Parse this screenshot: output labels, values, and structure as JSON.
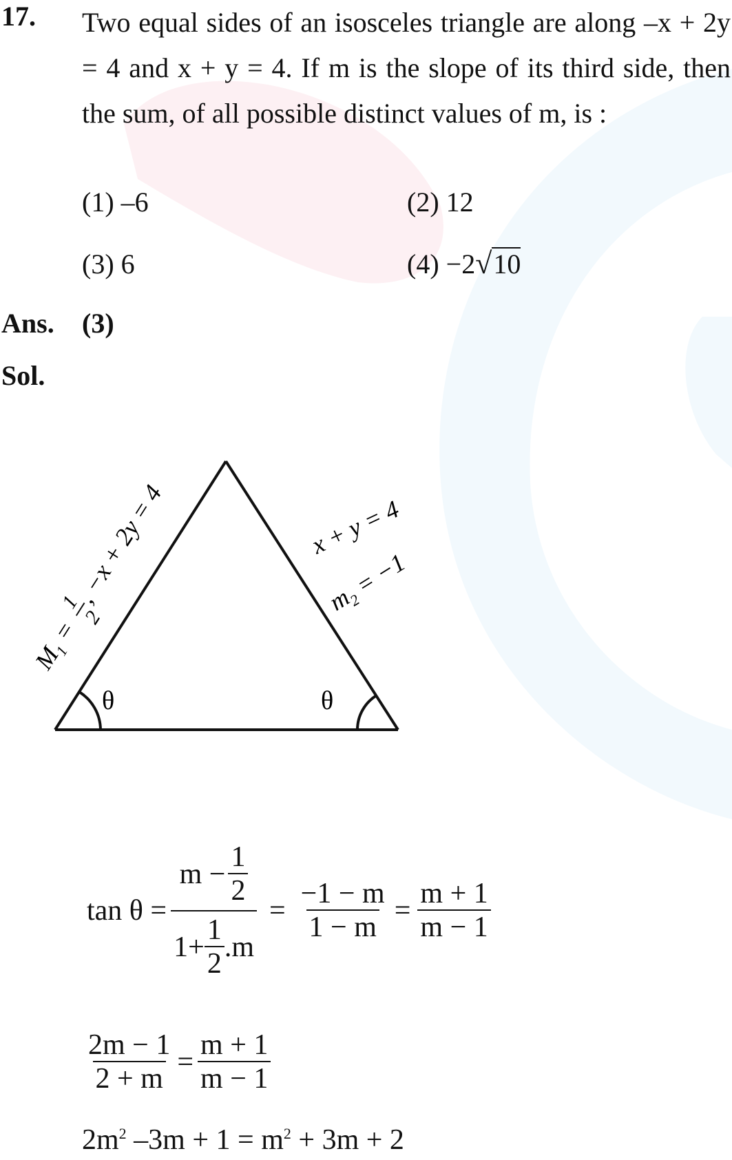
{
  "question": {
    "number": "17.",
    "text": "Two equal sides of an isosceles triangle are along –x + 2y = 4 and x + y = 4. If m is the slope of its third side, then the sum, of all possible distinct values of m, is :",
    "options": [
      {
        "label": "(1)",
        "value": "–6"
      },
      {
        "label": "(2)",
        "value": "12"
      },
      {
        "label": "(3)",
        "value": "6"
      },
      {
        "label": "(4)",
        "value": "−2",
        "radicand": "10"
      }
    ]
  },
  "answer": {
    "label": "Ans.",
    "value": "(3)"
  },
  "solution": {
    "label": "Sol.",
    "figure": {
      "left_side_label_a": "M",
      "left_side_label_sub": "1",
      "left_side_label_b": " = ",
      "left_side_num": "1",
      "left_side_den": "2",
      "left_side_label_c": ", −x + 2y = 4",
      "right_line_eq": "x + y = 4",
      "right_slope_a": "m",
      "right_slope_sub": "2",
      "right_slope_b": " = −1",
      "angle_left": "θ",
      "angle_right": "θ"
    },
    "eq1": {
      "lhs": "tan θ =",
      "f1_num_a": "m −",
      "f1_num_frac_num": "1",
      "f1_num_frac_den": "2",
      "f1_den_a": "1+",
      "f1_den_frac_num": "1",
      "f1_den_frac_den": "2",
      "f1_den_b": ".m",
      "eq_sign1": "=",
      "f2_num": "−1 − m",
      "f2_den": "1 − m",
      "eq_sign2": "=",
      "f3_num": "m + 1",
      "f3_den": "m − 1"
    },
    "eq2": {
      "f1_num": "2m − 1",
      "f1_den": "2 + m",
      "eq_sign": "=",
      "f2_num": "m + 1",
      "f2_den": "m − 1"
    },
    "eq3": {
      "a": "2m",
      "a_sup": "2",
      "b": " –3m + 1 = m",
      "b_sup": "2",
      "c": " + 3m + 2"
    }
  }
}
